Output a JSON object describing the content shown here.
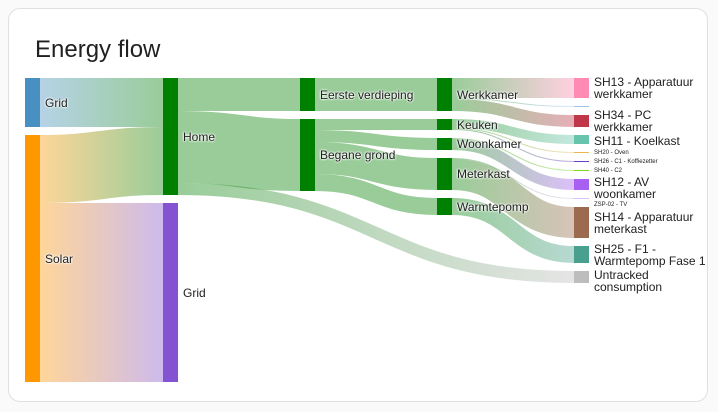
{
  "card": {
    "title": "Energy flow"
  },
  "chart_data": {
    "type": "sankey",
    "title": "Energy flow",
    "nodes": [
      {
        "id": "grid_in",
        "label": "Grid",
        "col": 0,
        "value": 49,
        "color": "#488fc2"
      },
      {
        "id": "solar",
        "label": "Solar",
        "col": 0,
        "value": 247,
        "color": "#ff9800"
      },
      {
        "id": "home",
        "label": "Home",
        "col": 1,
        "value": 117,
        "color": "#008000"
      },
      {
        "id": "grid_out",
        "label": "Grid",
        "col": 1,
        "value": 179,
        "color": "#8353d1"
      },
      {
        "id": "eerste",
        "label": "Eerste verdieping",
        "col": 2,
        "value": 33,
        "color": "#008000"
      },
      {
        "id": "begane",
        "label": "Begane grond",
        "col": 2,
        "value": 72,
        "color": "#008000"
      },
      {
        "id": "werkkamer",
        "label": "Werkkamer",
        "col": 3,
        "value": 33,
        "color": "#008000"
      },
      {
        "id": "keuken",
        "label": "Keuken",
        "col": 3,
        "value": 11,
        "color": "#008000"
      },
      {
        "id": "woonkamer",
        "label": "Woonkamer",
        "col": 3,
        "value": 12,
        "color": "#008000"
      },
      {
        "id": "meterkast",
        "label": "Meterkast",
        "col": 3,
        "value": 32,
        "color": "#008000"
      },
      {
        "id": "warmtepomp",
        "label": "Warmtepomp",
        "col": 3,
        "value": 17,
        "color": "#008000"
      },
      {
        "id": "sh13",
        "label": "SH13 - Apparatuur werkkamer",
        "col": 4,
        "value": 20,
        "color": "#ff8ab4"
      },
      {
        "id": "wk_small",
        "label": "",
        "col": 4,
        "value": 1,
        "color": "#a0c4e8"
      },
      {
        "id": "sh34",
        "label": "SH34 - PC werkkamer",
        "col": 4,
        "value": 12,
        "color": "#c0374a"
      },
      {
        "id": "sh11",
        "label": "SH11 - Koelkast",
        "col": 4,
        "value": 9,
        "color": "#66c4ac"
      },
      {
        "id": "sh20",
        "label": "SH20 - Oven",
        "col": 4,
        "value": 1,
        "color": "#e6b84d"
      },
      {
        "id": "sh26",
        "label": "SH26 - C1 - Koffiezetter",
        "col": 4,
        "value": 1,
        "color": "#6a3dc6"
      },
      {
        "id": "sh40",
        "label": "SH40 - C2",
        "col": 4,
        "value": 1,
        "color": "#7dd620"
      },
      {
        "id": "sh12",
        "label": "SH12 - AV woonkamer",
        "col": 4,
        "value": 11,
        "color": "#a760f0"
      },
      {
        "id": "zsp02",
        "label": "ZSP-02 - TV",
        "col": 4,
        "value": 1,
        "color": "#d8c0f8"
      },
      {
        "id": "sh14",
        "label": "SH14 - Apparatuur meterkast",
        "col": 4,
        "value": 31,
        "color": "#9c6a4e"
      },
      {
        "id": "sh25",
        "label": "SH25 - F1 - Warmtepomp Fase 1",
        "col": 4,
        "value": 17,
        "color": "#4aa08e"
      },
      {
        "id": "untracked",
        "label": "Untracked consumption",
        "col": 4,
        "value": 12,
        "color": "#bdbdbd"
      }
    ],
    "links": [
      {
        "source": "grid_in",
        "target": "home",
        "value": 49
      },
      {
        "source": "solar",
        "target": "home",
        "value": 68
      },
      {
        "source": "solar",
        "target": "grid_out",
        "value": 179
      },
      {
        "source": "home",
        "target": "eerste",
        "value": 33
      },
      {
        "source": "home",
        "target": "begane",
        "value": 72
      },
      {
        "source": "home",
        "target": "untracked",
        "value": 12
      },
      {
        "source": "eerste",
        "target": "werkkamer",
        "value": 33
      },
      {
        "source": "begane",
        "target": "keuken",
        "value": 11
      },
      {
        "source": "begane",
        "target": "woonkamer",
        "value": 12
      },
      {
        "source": "begane",
        "target": "meterkast",
        "value": 32
      },
      {
        "source": "begane",
        "target": "warmtepomp",
        "value": 17
      },
      {
        "source": "werkkamer",
        "target": "sh13",
        "value": 20
      },
      {
        "source": "werkkamer",
        "target": "wk_small",
        "value": 1
      },
      {
        "source": "werkkamer",
        "target": "sh34",
        "value": 12
      },
      {
        "source": "keuken",
        "target": "sh11",
        "value": 9
      },
      {
        "source": "keuken",
        "target": "sh20",
        "value": 1
      },
      {
        "source": "keuken",
        "target": "sh26",
        "value": 1
      },
      {
        "source": "woonkamer",
        "target": "sh40",
        "value": 1
      },
      {
        "source": "woonkamer",
        "target": "sh12",
        "value": 11
      },
      {
        "source": "meterkast",
        "target": "zsp02",
        "value": 1
      },
      {
        "source": "meterkast",
        "target": "sh14",
        "value": 31
      },
      {
        "source": "warmtepomp",
        "target": "sh25",
        "value": 17
      }
    ]
  }
}
